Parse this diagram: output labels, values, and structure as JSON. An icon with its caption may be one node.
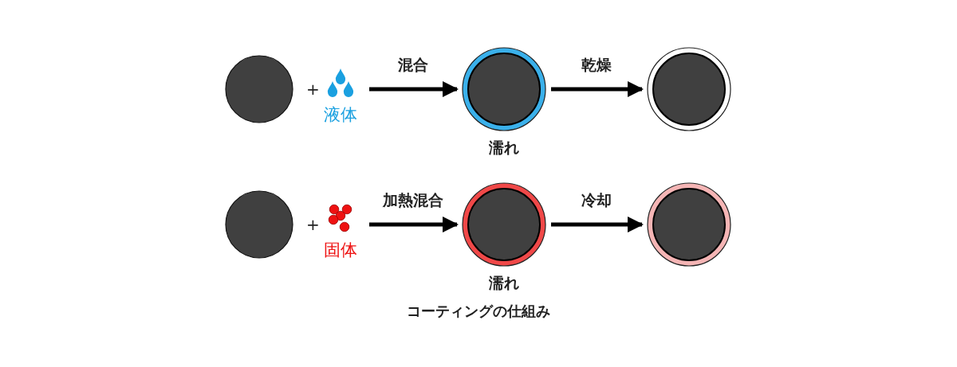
{
  "diagram": {
    "caption": "コーティングの仕組み",
    "nodes": [
      {
        "text": [],
        "shape": "circle"
      },
      {
        "text": [
          "液体"
        ]
      },
      {
        "text": [],
        "shape": "circle",
        "beside": [
          "濡れ"
        ]
      },
      {
        "text": [],
        "shape": "circle"
      },
      {
        "text": [],
        "shape": "circle"
      },
      {
        "text": [
          "固体"
        ]
      },
      {
        "text": [],
        "shape": "circle",
        "beside": [
          "濡れ"
        ]
      },
      {
        "text": [],
        "shape": "circle"
      }
    ],
    "edges": [
      {
        "from": 1,
        "to": 2,
        "arrow": "to",
        "label": "混合"
      },
      {
        "from": 2,
        "to": 3,
        "arrow": "to",
        "label": "乾燥"
      },
      {
        "from": 5,
        "to": 6,
        "arrow": "to",
        "label": "加熱混合"
      },
      {
        "from": 6,
        "to": 7,
        "arrow": "to",
        "label": "冷却"
      }
    ],
    "labels": [
      "+",
      "+"
    ]
  }
}
